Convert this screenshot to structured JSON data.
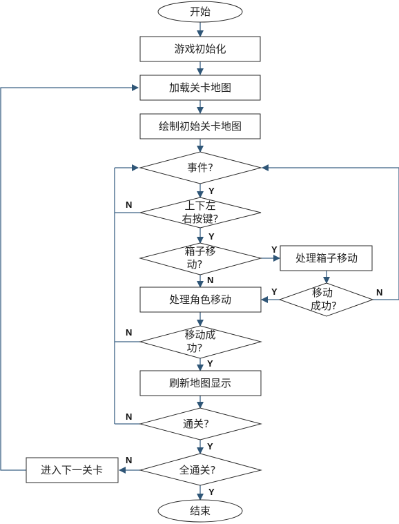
{
  "nodes": {
    "start": "开始",
    "init": "游戏初始化",
    "load_level": "加载关卡地图",
    "draw_level": "绘制初始关卡地图",
    "event": "事件?",
    "arrow_key": [
      "上下左",
      "右按键?"
    ],
    "box_move": [
      "箱子移",
      "动?"
    ],
    "handle_box": "处理箱子移动",
    "move_ok_box": [
      "移动",
      "成功?"
    ],
    "handle_role": "处理角色移动",
    "move_ok": [
      "移动成",
      "功?"
    ],
    "refresh": "刷新地图显示",
    "pass": "通关?",
    "all_pass": "全通关?",
    "next_level": "进入下一关卡",
    "end": "结束"
  },
  "labels": {
    "yes": "Y",
    "no": "N"
  },
  "colors": {
    "edge": "#3b6184",
    "stroke": "#2a2a2a",
    "background": "#ffffff"
  }
}
